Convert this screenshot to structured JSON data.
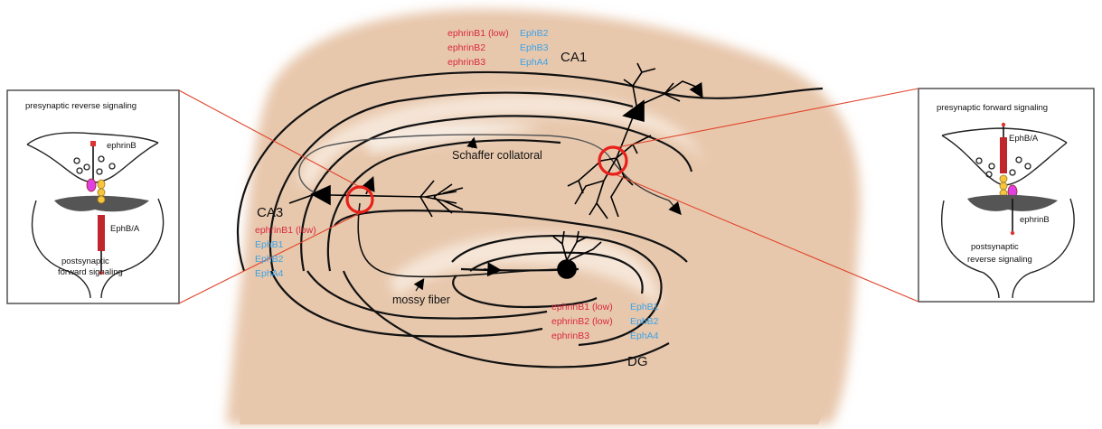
{
  "regions": {
    "ca1": "CA1",
    "ca3": "CA3",
    "dg": "DG"
  },
  "pathways": {
    "schaffer": "Schaffer collatoral",
    "mossy": "mossy fiber"
  },
  "ca1_expression": {
    "ephrins": [
      "ephrinB1 (low)",
      "ephrinB2",
      "ephrinB3"
    ],
    "receptors": [
      "EphB2",
      "EphB3",
      "EphA4"
    ]
  },
  "ca3_expression": {
    "ephrins": [
      "ephrinB1 (low)"
    ],
    "receptors": [
      "EphB1",
      "EphB2",
      "EphA4"
    ]
  },
  "dg_expression": {
    "ephrins": [
      "ephrinB1 (low)",
      "ephrinB2 (low)",
      "ephrinB3"
    ],
    "receptors": [
      "EphB1",
      "EphB2",
      "EphA4"
    ]
  },
  "left_inset": {
    "title": "presynaptic reverse signaling",
    "pre_molecule": "ephrinB",
    "post_molecule": "EphB/A",
    "bottom_line1": "postsynaptic",
    "bottom_line2": "forward signaling"
  },
  "right_inset": {
    "title": "presynaptic forward signaling",
    "pre_molecule": "EphB/A",
    "post_molecule": "ephrinB",
    "bottom_line1": "postsynaptic",
    "bottom_line2": "reverse signaling"
  },
  "colors": {
    "tissue": "#e8c8ad",
    "tissue_edge": "#f3dfcd",
    "ephrin_text": "#d8283c",
    "eph_text": "#3aa3e8",
    "highlight": "#e8201a",
    "connector": "#e0442c"
  }
}
